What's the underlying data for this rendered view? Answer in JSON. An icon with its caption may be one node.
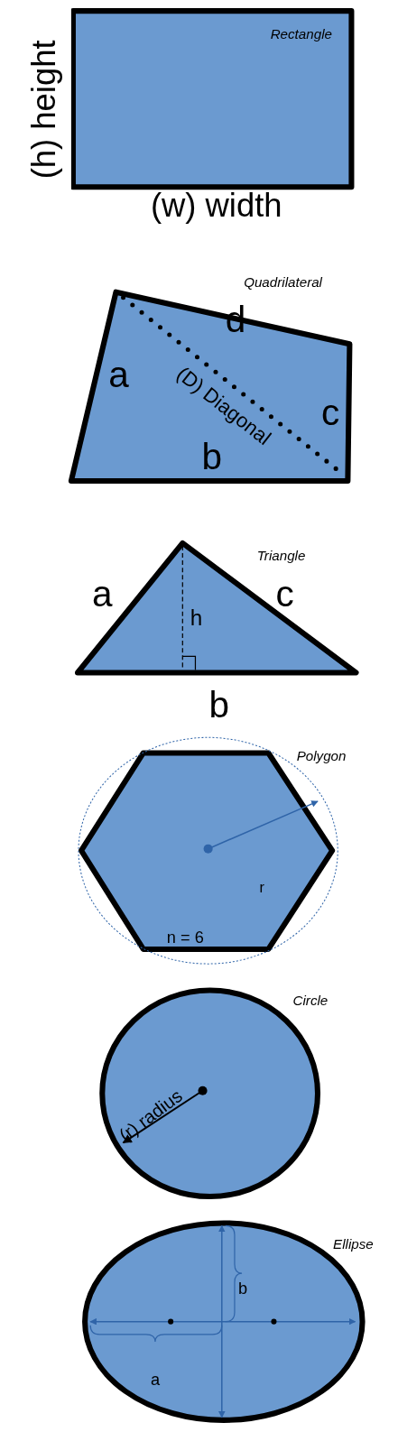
{
  "diagram": {
    "nodes": [
      {
        "text": [
          "Rectangle"
        ]
      },
      {
        "text": [
          "Quadrilateral"
        ]
      },
      {
        "text": [
          "Triangle"
        ]
      },
      {
        "text": [
          "Polygon"
        ]
      },
      {
        "text": [
          "Circle"
        ]
      },
      {
        "text": [
          "Ellipse"
        ]
      }
    ],
    "labels": [
      "(h) height",
      "(w) width",
      "d",
      "a",
      "(D) Diagonal",
      "c",
      "b",
      "a",
      "c",
      "h",
      "b",
      "r",
      "n = 6",
      "(r) radius",
      "b",
      "a"
    ]
  }
}
